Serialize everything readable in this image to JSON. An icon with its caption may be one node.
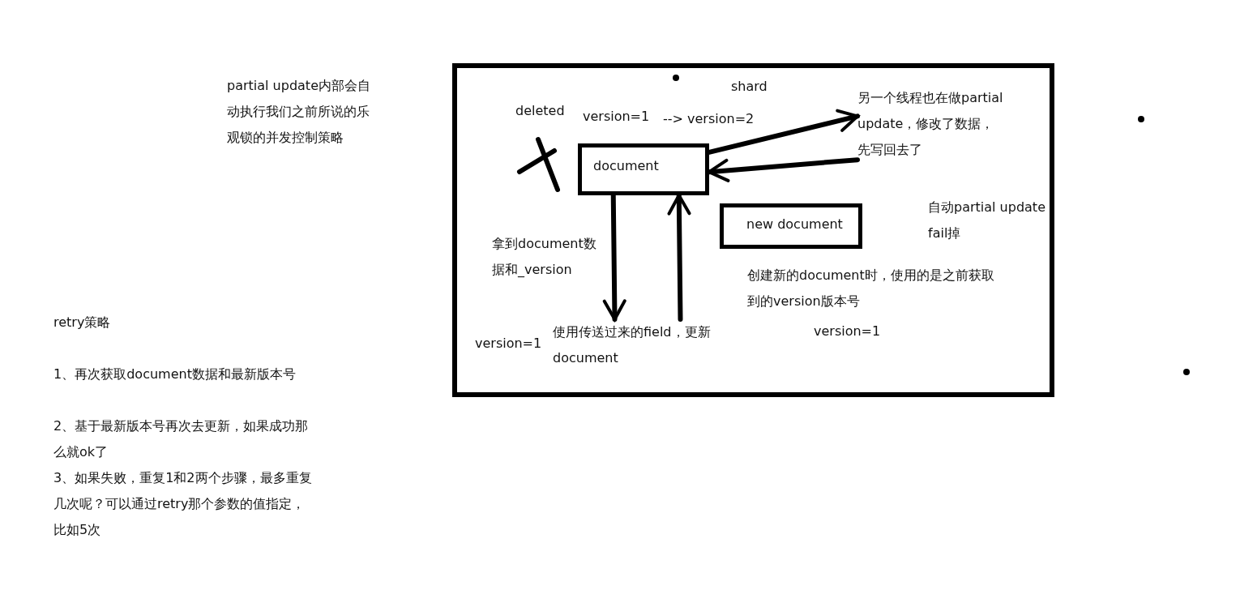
{
  "diagram": {
    "nodes": [
      {
        "text": [
          "shard"
        ]
      },
      {
        "text": [
          "document"
        ],
        "in": 0
      },
      {
        "text": [
          "另一个线程也在做partial update，修改了数据，先写回去了"
        ],
        "in": 0
      },
      {
        "text": [
          "new document"
        ],
        "in": 0
      },
      {
        "text": [
          "使用传送过来的field，更新document"
        ],
        "in": 0
      }
    ],
    "edges": [
      {
        "from": 1,
        "to": 2,
        "arrow": "to"
      },
      {
        "from": 2,
        "to": 1,
        "arrow": "to"
      },
      {
        "from": 1,
        "to": 4,
        "arrow": "to",
        "label": "拿到document数据和_version"
      },
      {
        "from": 4,
        "to": 1,
        "arrow": "to"
      }
    ],
    "labels": [
      "partial update内部会自动执行我们之前所说的乐观锁的并发控制策略",
      "deleted",
      "version=1",
      "--> version=2",
      "自动partial update fail掉",
      "创建新的document时，使用的是之前获取到的version版本号",
      "version=1",
      "version=1",
      "retry策略",
      "1、再次获取document数据和最新版本号",
      "2、基于最新版本号再次去更新，如果成功那么就ok了",
      "3、如果失败，重复1和2两个步骤，最多重复几次呢？可以通过retry那个参数的值指定，比如5次"
    ]
  }
}
